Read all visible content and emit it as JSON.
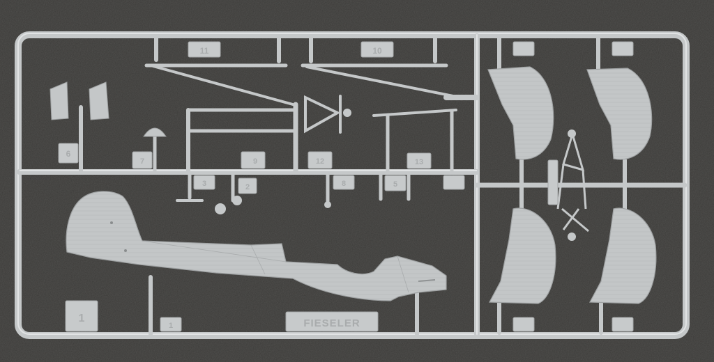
{
  "colors": {
    "background": "#3b3a38",
    "plastic": "#c5c8c9",
    "plastic_shadow": "#9ea1a2",
    "plastic_highlight": "#e1e3e4"
  },
  "sprue": {
    "brand_tab": "FIESELER",
    "number_tabs": {
      "n11": "11",
      "n10": "10",
      "n6": "6",
      "n7": "7",
      "n9": "9",
      "n12": "12",
      "n13": "13",
      "n3": "3",
      "n2": "2",
      "n8": "8",
      "n5": "5",
      "n1a": "1",
      "n1b": "1"
    }
  }
}
